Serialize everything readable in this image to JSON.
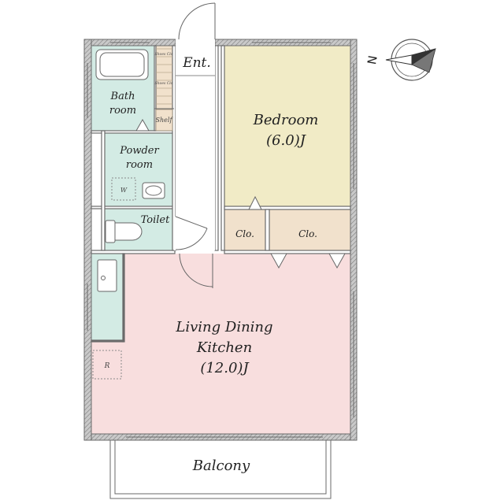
{
  "rooms": {
    "entrance": "Ent.",
    "bath_line1": "Bath",
    "bath_line2": "room",
    "shelf": "Shelf",
    "shoes_upper": "Shoes Clo",
    "shoes_lower": "Shoes Clo",
    "powder_line1": "Powder",
    "powder_line2": "room",
    "washer": "W",
    "toilet": "Toilet",
    "bedroom_name": "Bedroom",
    "bedroom_size": "(6.0)J",
    "closet_small": "Clo.",
    "closet_large": "Clo.",
    "ldk_line1": "Living Dining",
    "ldk_line2": "Kitchen",
    "ldk_size": "(12.0)J",
    "fridge": "R",
    "balcony": "Balcony"
  },
  "compass": {
    "north": "N"
  },
  "colors": {
    "wet_area": "#d3ebe4",
    "bedroom": "#f1ebc6",
    "closet": "#f1e1cc",
    "living": "#f8dede",
    "wall": "#6a6a6a",
    "wall_hatch": "#9a9a9a"
  }
}
